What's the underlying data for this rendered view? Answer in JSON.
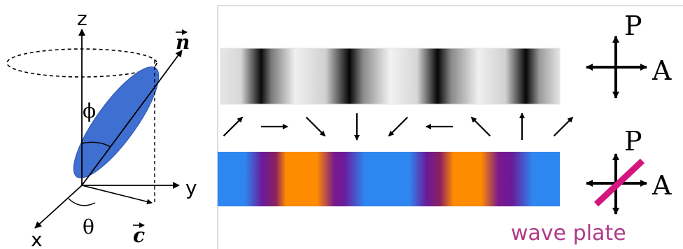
{
  "left_diagram": {
    "axis_labels": {
      "z": "z",
      "y": "y",
      "x": "x"
    },
    "vector_n": "n",
    "vector_c": "c",
    "angle_phi": "ϕ",
    "angle_theta": "θ"
  },
  "right_panel": {
    "director_angles_deg": [
      45,
      0,
      -45,
      -90,
      -135,
      180,
      135,
      90,
      45
    ],
    "top_polarizer": {
      "p_label": "P",
      "a_label": "A"
    },
    "bottom_polarizer": {
      "p_label": "P",
      "a_label": "A"
    },
    "wave_plate_label": "wave plate"
  },
  "colors": {
    "ellipsoid": "#3f6fd0",
    "wave_plate_bar": "#d4157e",
    "wave_plate_text": "#b03a8a",
    "stripe_blue": "#2e86f0",
    "stripe_orange": "#ff8c00",
    "stripe_purple": "#6a1b9a"
  }
}
